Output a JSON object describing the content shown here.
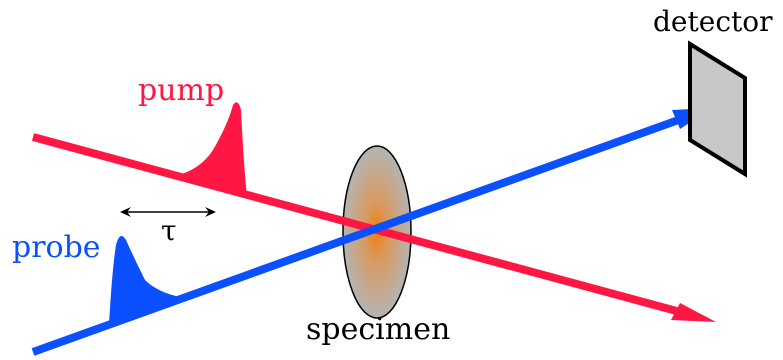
{
  "labels": {
    "pump": "pump",
    "probe": "probe",
    "delay": "τ",
    "specimen": "specimen",
    "detector": "detector"
  },
  "colors": {
    "pump": "#ff1744",
    "probe": "#0a50ff",
    "specimen_fill": "#b0b0b0",
    "specimen_glow": "#f08010",
    "detector_fill": "#c8c8c8",
    "outline": "#000000"
  }
}
